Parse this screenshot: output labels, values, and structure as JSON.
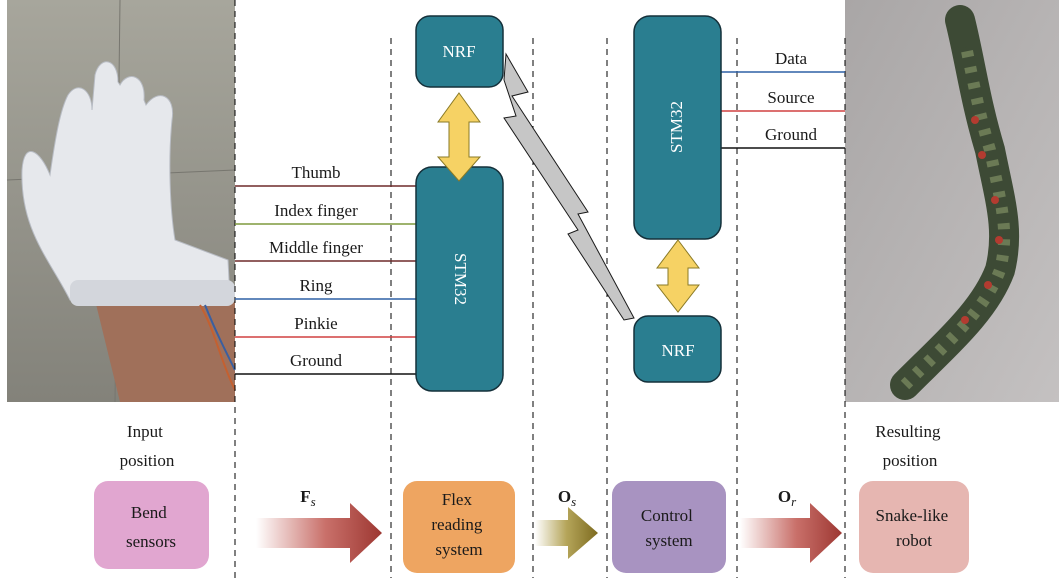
{
  "colors": {
    "chip_fill": "#2a7e90",
    "chip_stroke": "#14303a",
    "arrow_yellow": "#f6d264",
    "wire_brown": "#6e2a2a",
    "wire_green": "#7f9a3d",
    "wire_blue": "#2f61a6",
    "wire_red": "#d14040",
    "wire_black": "#111111",
    "bend_sensors": "#e1a6d0",
    "flex_reading": "#eea561",
    "control_system": "#a893c1",
    "snake_robot": "#e6b6b1",
    "arrow_red": "#a8403a",
    "arrow_olive": "#8a7a26"
  },
  "icons": {
    "glove": "glove-photo",
    "snake": "snake-robot-photo",
    "wireless": "wireless-link-icon"
  },
  "hardware": {
    "sensor_wires": [
      "Thumb",
      "Index finger",
      "Middle finger",
      "Ring",
      "Pinkie",
      "Ground"
    ],
    "left_stm": "STM32",
    "left_nrf": "NRF",
    "right_stm": "STM32",
    "right_nrf": "NRF",
    "robot_wires": [
      "Data",
      "Source",
      "Ground"
    ]
  },
  "pipeline": {
    "input_caption": [
      "Input",
      "position"
    ],
    "result_caption": [
      "Resulting",
      "position"
    ],
    "blocks": [
      {
        "label": [
          "Bend",
          "sensors"
        ]
      },
      {
        "label": [
          "Flex",
          "reading",
          "system"
        ]
      },
      {
        "label": [
          "Control",
          "system"
        ]
      },
      {
        "label": [
          "Snake-like",
          "robot"
        ]
      }
    ],
    "signals": [
      {
        "main": "F",
        "sub": "s"
      },
      {
        "main": "O",
        "sub": "s"
      },
      {
        "main": "O",
        "sub": "r"
      }
    ]
  }
}
